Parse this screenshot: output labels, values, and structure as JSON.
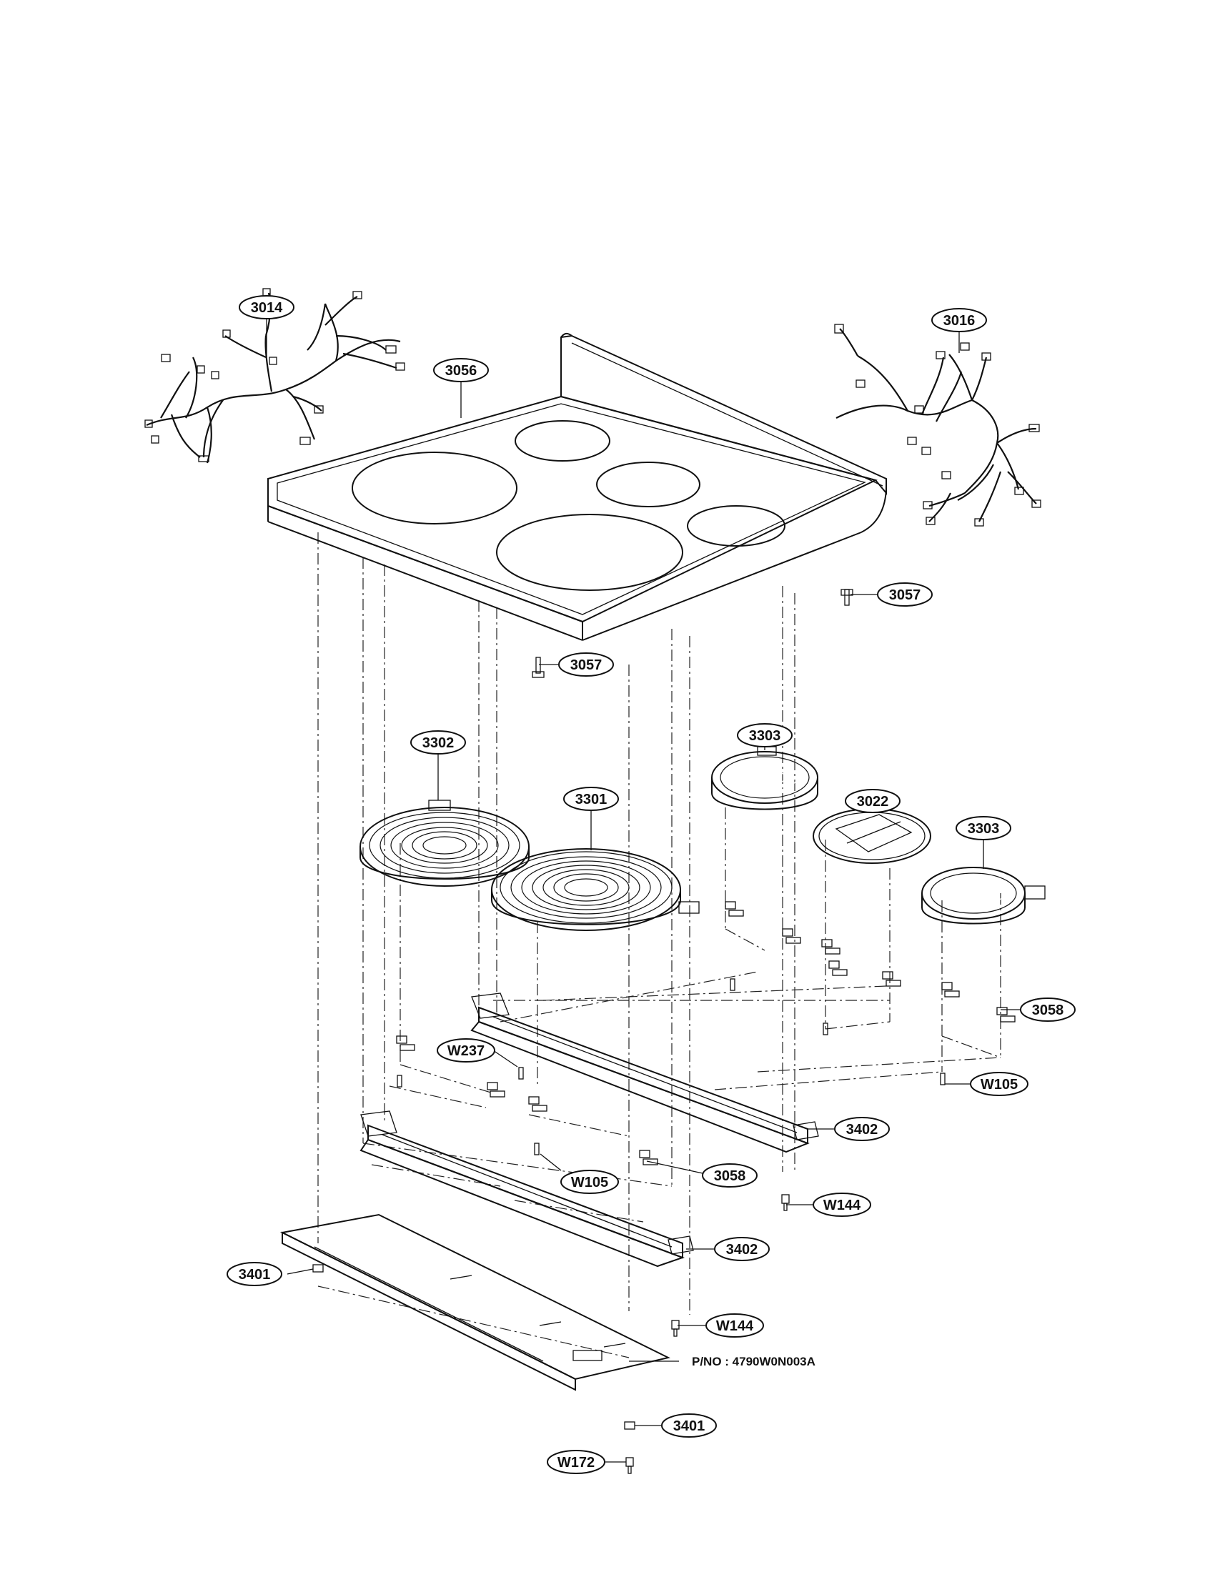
{
  "callouts": {
    "c3014": "3014",
    "c3056": "3056",
    "c3016": "3016",
    "c3057a": "3057",
    "c3057b": "3057",
    "c3302": "3302",
    "c3303a": "3303",
    "c3301": "3301",
    "c3022": "3022",
    "c3303b": "3303",
    "c3058a": "3058",
    "cW237": "W237",
    "cW105a": "W105",
    "c3402a": "3402",
    "cW105b": "W105",
    "c3058b": "3058",
    "cW144a": "W144",
    "c3402b": "3402",
    "c3401a": "3401",
    "cW144b": "W144",
    "c3401b": "3401",
    "cW172": "W172"
  },
  "part_number": "P/NO : 4790W0N003A"
}
